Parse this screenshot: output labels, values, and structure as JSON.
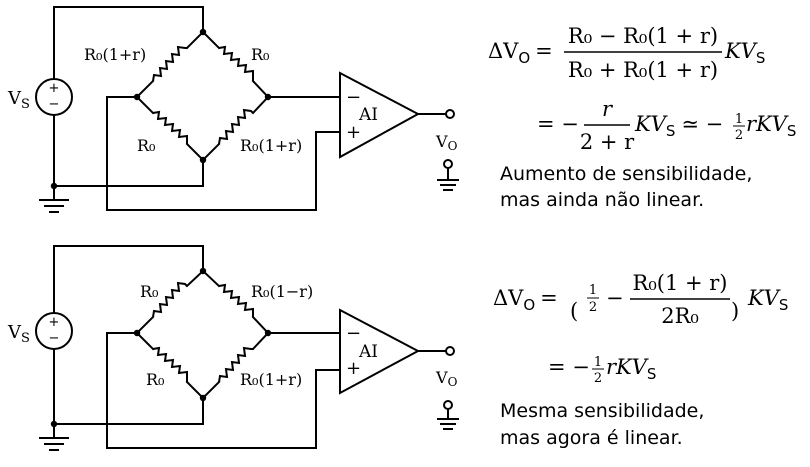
{
  "colors": {
    "ink": "#000000",
    "background": "#ffffff"
  },
  "circuits": [
    {
      "source_label": "V",
      "source_sub": "S",
      "amp_label": "AI",
      "amp_minus": "−",
      "amp_plus": "+",
      "out_label": "V",
      "out_sub": "O",
      "resistors": {
        "top_left": "R₀(1+r)",
        "top_right": "R₀",
        "bottom_left": "R₀",
        "bottom_right": "R₀(1+r)"
      },
      "equation": {
        "lhs": "ΔV",
        "lhs_sub": "O",
        "eq": "=",
        "frac1_num": "R₀ − R₀(1 + r)",
        "frac1_den": "R₀ + R₀(1 + r)",
        "frac1_tail": "KV",
        "frac1_tail_sub": "S",
        "line2_eq": "= −",
        "frac2_num": "r",
        "frac2_den": "2 + r",
        "line2_mid": "KV",
        "line2_mid_sub": "S",
        "approx": "≃ −",
        "half_num": "1",
        "half_den": "2",
        "line2_tail": "rKV",
        "line2_tail_sub": "S"
      },
      "caption": [
        "Aumento de sensibilidade,",
        "mas ainda não linear."
      ]
    },
    {
      "source_label": "V",
      "source_sub": "S",
      "amp_label": "AI",
      "amp_minus": "−",
      "amp_plus": "+",
      "out_label": "V",
      "out_sub": "O",
      "resistors": {
        "top_left": "R₀",
        "top_right": "R₀(1−r)",
        "bottom_left": "R₀",
        "bottom_right": "R₀(1+r)"
      },
      "equation": {
        "lhs": "ΔV",
        "lhs_sub": "O",
        "eq": "=",
        "paren_open": "(",
        "half_num": "1",
        "half_den": "2",
        "minus": "−",
        "frac_num": "R₀(1 + r)",
        "frac_den": "2R₀",
        "paren_close": ")",
        "tail": "KV",
        "tail_sub": "S",
        "line2_eq": "= −",
        "line2_half_num": "1",
        "line2_half_den": "2",
        "line2_tail": "rKV",
        "line2_tail_sub": "S"
      },
      "caption": [
        "Mesma sensibilidade,",
        "mas agora é linear."
      ]
    }
  ]
}
